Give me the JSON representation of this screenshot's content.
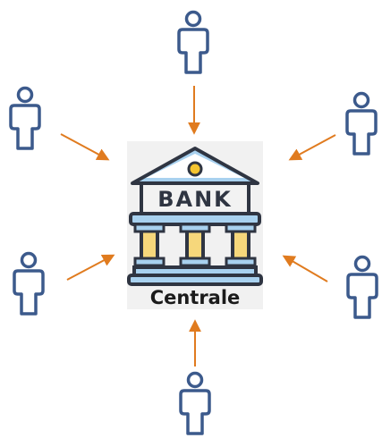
{
  "bank": {
    "sign_text": "BANK",
    "caption": "Centrale"
  },
  "users": [
    {
      "name": "user-top"
    },
    {
      "name": "user-top-left"
    },
    {
      "name": "user-top-right"
    },
    {
      "name": "user-bottom-left"
    },
    {
      "name": "user-bottom-right"
    },
    {
      "name": "user-bottom"
    }
  ],
  "colors": {
    "user_stroke": "#3c5a8c",
    "arrow": "#e07b1f",
    "roof": "#a8d1ef",
    "outline": "#2f3542",
    "column": "#f6d77b",
    "gold": "#f4c430",
    "wall": "#f2f2f2"
  },
  "icons": [
    "user-icon",
    "bank-building-icon",
    "arrow-icon"
  ]
}
